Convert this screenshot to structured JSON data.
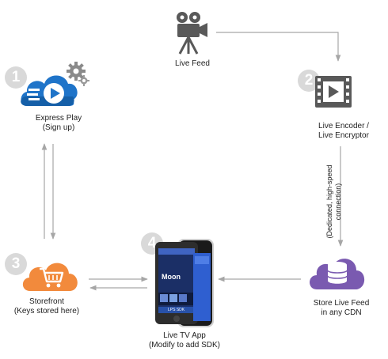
{
  "nodes": {
    "live_feed": {
      "label": "Live Feed",
      "icon": "video-camera-icon"
    },
    "express_play": {
      "number": "1",
      "label_line1": "Express Play",
      "label_line2": "(Sign up)",
      "icon": "cloud-play-gear-icon"
    },
    "live_encoder": {
      "number": "2",
      "label_line1": "Live Encoder /",
      "label_line2": "Live Encryptor",
      "icon": "film-play-icon"
    },
    "storefront": {
      "number": "3",
      "label_line1": "Storefront",
      "label_line2": "(Keys stored here)",
      "icon": "cloud-cart-icon"
    },
    "live_tv_app": {
      "number": "4",
      "label_line1": "Live TV App",
      "label_line2": "(Modify to add SDK)",
      "icon": "phone-app-icon",
      "screen_title": "Moon",
      "screen_badge": "LPS SDK"
    },
    "cdn": {
      "label_line1": "Store Live Feed",
      "label_line2": "in any CDN",
      "icon": "cloud-database-icon"
    }
  },
  "edge_labels": {
    "encoder_to_cdn_line1": "(Dedicated, high-speed",
    "encoder_to_cdn_line2": "connection)"
  },
  "colors": {
    "arrow": "#a6a6a6",
    "express_play_blue": "#1f74c9",
    "storefront_orange": "#f28a3c",
    "cdn_purple": "#7a5ab0",
    "icon_gray": "#595959",
    "badge_gray": "#d9d9d9"
  }
}
